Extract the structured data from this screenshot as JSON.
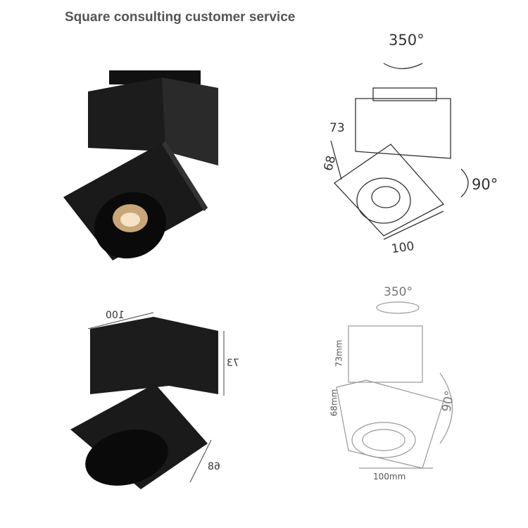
{
  "title": "Square consulting customer service",
  "diagram_top": {
    "rotation_horizontal": "350°",
    "rotation_vertical": "90°",
    "height": "73",
    "depth": "68",
    "width": "100"
  },
  "photo_bottom": {
    "width": "100",
    "height": "73",
    "depth": "68"
  },
  "diagram_bottom": {
    "rotation_horizontal": "350°",
    "rotation_vertical": "90°",
    "height": "73mm",
    "depth": "68mm",
    "width": "100mm"
  }
}
